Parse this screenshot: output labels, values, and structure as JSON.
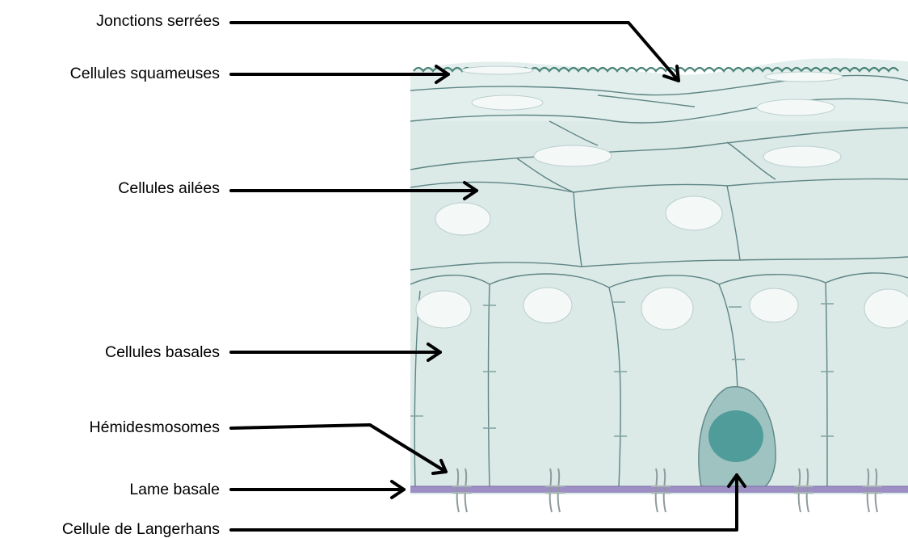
{
  "labels": {
    "tight_junctions": "Jonctions serrées",
    "squamous_cells": "Cellules squameuses",
    "wing_cells": "Cellules ailées",
    "basal_cells": "Cellules basales",
    "hemidesmosomes": "Hémidesmosomes",
    "basal_lamina": "Lame basale",
    "langerhans_cell": "Cellule de Langerhans"
  },
  "colors": {
    "tissue": "#dbe9e7",
    "cell_border": "#5e8585",
    "nucleus": "#f4f8f7",
    "surface": "#4b8478",
    "basal_lamina": "#9d8fc4",
    "langerhans_body": "#9fc3c0",
    "langerhans_nucleus": "#4f9c9a",
    "arrow": "#000000"
  }
}
